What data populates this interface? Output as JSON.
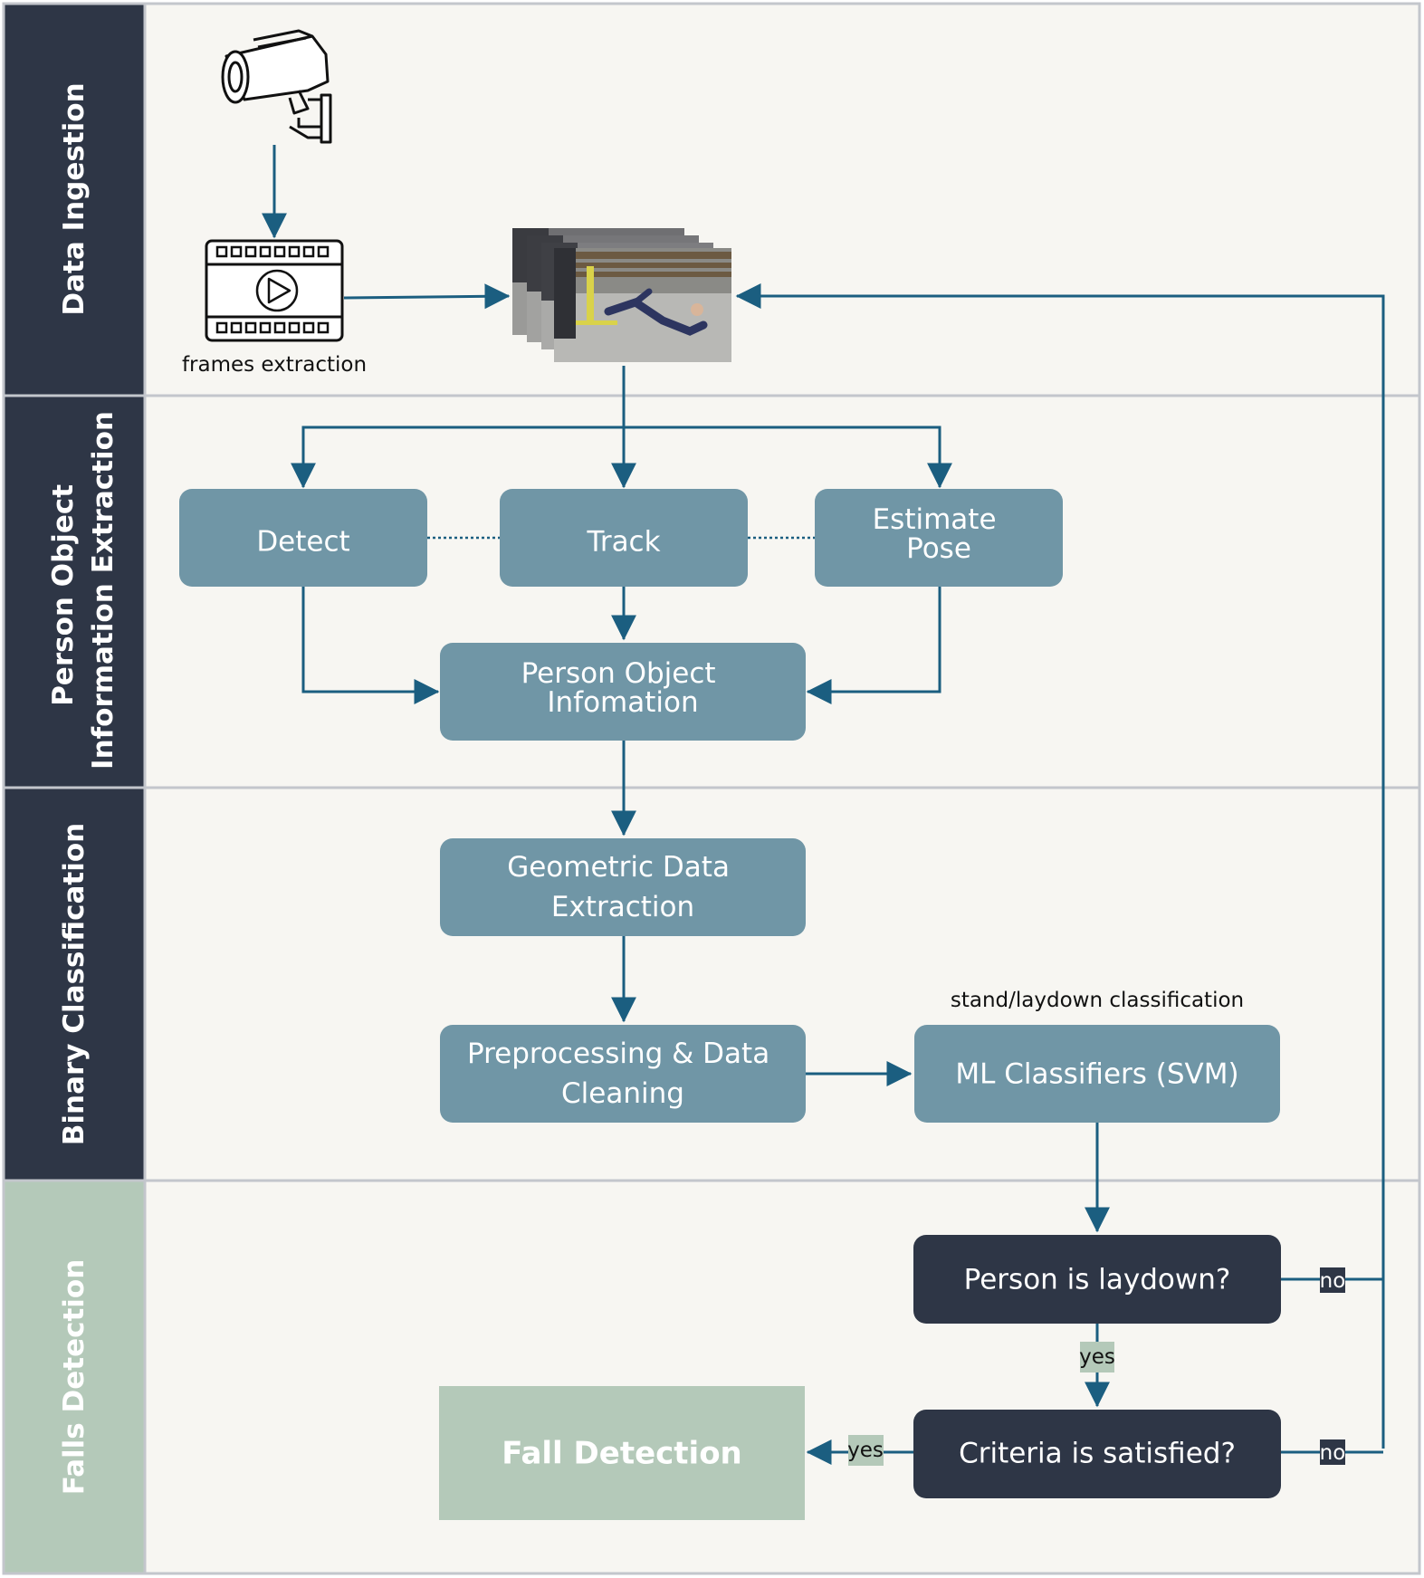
{
  "lanes": [
    {
      "label": "Data Ingestion",
      "color": "#2e3646"
    },
    {
      "label": "Person Object Information Extraction",
      "lines": [
        "Person Object",
        "Information Extraction"
      ],
      "color": "#2e3646"
    },
    {
      "label": "Binary Classification",
      "color": "#2e3646"
    },
    {
      "label": "Falls Detection",
      "color": "#b4c9b9"
    }
  ],
  "colors": {
    "lane_bg": "#f7f6f2",
    "lane_border": "#c3c6cc",
    "process_box": "#7096a6",
    "decision_box": "#2e3646",
    "result_box": "#b4c9b9",
    "arrow": "#1b5e80",
    "yes_label_bg": "#b4c9b9",
    "no_label_bg": "#2e3646"
  },
  "ingestion": {
    "camera_icon": "cctv-camera-icon",
    "video_icon": "video-film-icon",
    "frames_caption": "frames extraction",
    "frames_image": "video-frames-stack-fallen-person"
  },
  "boxes": {
    "detect": "Detect",
    "track": "Track",
    "estimate_pose": [
      "Estimate",
      "Pose"
    ],
    "person_object_info": [
      "Person Object",
      "Infomation"
    ],
    "geometric": [
      "Geometric Data",
      "Extraction"
    ],
    "preprocessing": [
      "Preprocessing & Data",
      "Cleaning"
    ],
    "ml_classifiers": "ML Classifiers (SVM)",
    "ml_caption": "stand/laydown classification",
    "laydown_question": "Person is laydown?",
    "criteria_question": "Criteria is satisfied?",
    "fall_detection": "Fall Detection"
  },
  "edge_labels": {
    "yes_down": "yes",
    "yes_left": "yes",
    "no_laydown": "no",
    "no_criteria": "no"
  }
}
